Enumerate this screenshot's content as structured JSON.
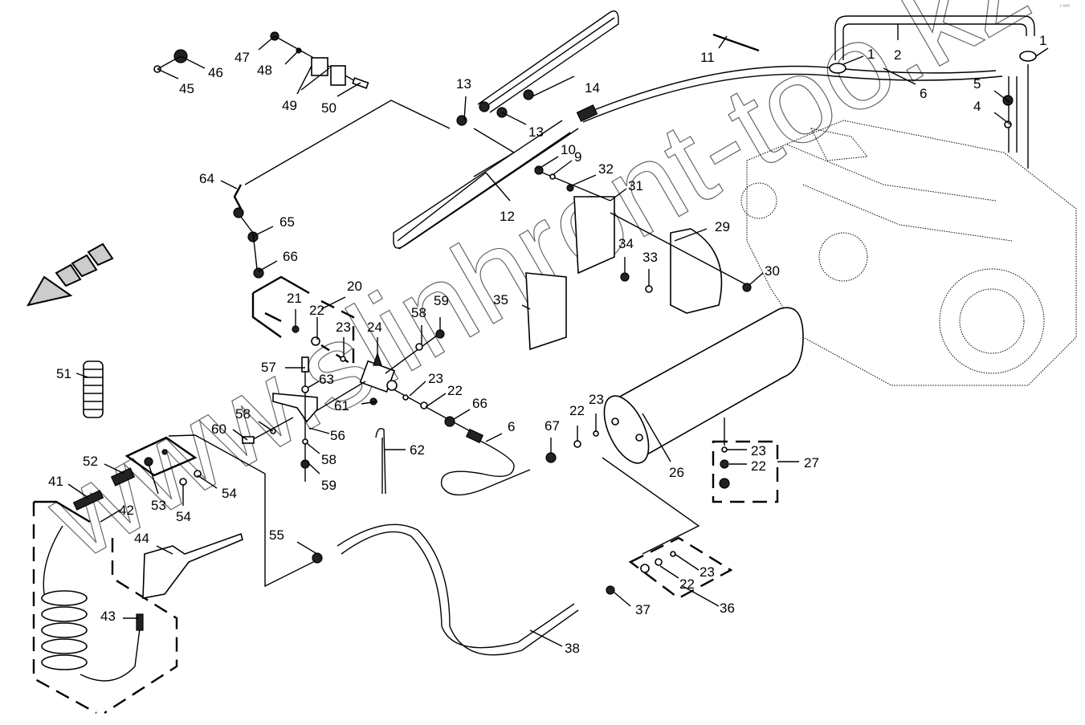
{
  "diagram": {
    "title": "Compressed air system exploded parts diagram",
    "watermark": "www.slinhront-too.kz",
    "corner_mark": "↗ ###",
    "direction_arrow": "direction-arrow-icon",
    "callouts": [
      {
        "id": "c1a",
        "text": "1"
      },
      {
        "id": "c1b",
        "text": "1"
      },
      {
        "id": "c2",
        "text": "2"
      },
      {
        "id": "c4",
        "text": "4"
      },
      {
        "id": "c5",
        "text": "5"
      },
      {
        "id": "c6a",
        "text": "6"
      },
      {
        "id": "c6b",
        "text": "6"
      },
      {
        "id": "c9",
        "text": "9"
      },
      {
        "id": "c10",
        "text": "10"
      },
      {
        "id": "c11",
        "text": "11"
      },
      {
        "id": "c12",
        "text": "12"
      },
      {
        "id": "c13a",
        "text": "13"
      },
      {
        "id": "c13b",
        "text": "13"
      },
      {
        "id": "c14",
        "text": "14"
      },
      {
        "id": "c20",
        "text": "20"
      },
      {
        "id": "c21",
        "text": "21"
      },
      {
        "id": "c22a",
        "text": "22"
      },
      {
        "id": "c22b",
        "text": "22"
      },
      {
        "id": "c22c",
        "text": "22"
      },
      {
        "id": "c22d",
        "text": "22"
      },
      {
        "id": "c22e",
        "text": "22"
      },
      {
        "id": "c23a",
        "text": "23"
      },
      {
        "id": "c23b",
        "text": "23"
      },
      {
        "id": "c23c",
        "text": "23"
      },
      {
        "id": "c23d",
        "text": "23"
      },
      {
        "id": "c23e",
        "text": "23"
      },
      {
        "id": "c24",
        "text": "24"
      },
      {
        "id": "c26",
        "text": "26"
      },
      {
        "id": "c27",
        "text": "27"
      },
      {
        "id": "c29",
        "text": "29"
      },
      {
        "id": "c30",
        "text": "30"
      },
      {
        "id": "c31",
        "text": "31"
      },
      {
        "id": "c32",
        "text": "32"
      },
      {
        "id": "c33",
        "text": "33"
      },
      {
        "id": "c34",
        "text": "34"
      },
      {
        "id": "c35",
        "text": "35"
      },
      {
        "id": "c36",
        "text": "36"
      },
      {
        "id": "c37",
        "text": "37"
      },
      {
        "id": "c38",
        "text": "38"
      },
      {
        "id": "c41",
        "text": "41"
      },
      {
        "id": "c42",
        "text": "42"
      },
      {
        "id": "c43",
        "text": "43"
      },
      {
        "id": "c44",
        "text": "44"
      },
      {
        "id": "c45",
        "text": "45"
      },
      {
        "id": "c46",
        "text": "46"
      },
      {
        "id": "c47",
        "text": "47"
      },
      {
        "id": "c48",
        "text": "48"
      },
      {
        "id": "c49",
        "text": "49"
      },
      {
        "id": "c50",
        "text": "50"
      },
      {
        "id": "c51",
        "text": "51"
      },
      {
        "id": "c52",
        "text": "52"
      },
      {
        "id": "c53",
        "text": "53"
      },
      {
        "id": "c54a",
        "text": "54"
      },
      {
        "id": "c54b",
        "text": "54"
      },
      {
        "id": "c55",
        "text": "55"
      },
      {
        "id": "c56",
        "text": "56"
      },
      {
        "id": "c57",
        "text": "57"
      },
      {
        "id": "c58a",
        "text": "58"
      },
      {
        "id": "c58b",
        "text": "58"
      },
      {
        "id": "c58c",
        "text": "58"
      },
      {
        "id": "c59a",
        "text": "59"
      },
      {
        "id": "c59b",
        "text": "59"
      },
      {
        "id": "c60",
        "text": "60"
      },
      {
        "id": "c61",
        "text": "61"
      },
      {
        "id": "c62",
        "text": "62"
      },
      {
        "id": "c63",
        "text": "63"
      },
      {
        "id": "c64",
        "text": "64"
      },
      {
        "id": "c65",
        "text": "65"
      },
      {
        "id": "c66a",
        "text": "66"
      },
      {
        "id": "c66b",
        "text": "66"
      },
      {
        "id": "c67",
        "text": "67"
      }
    ]
  }
}
